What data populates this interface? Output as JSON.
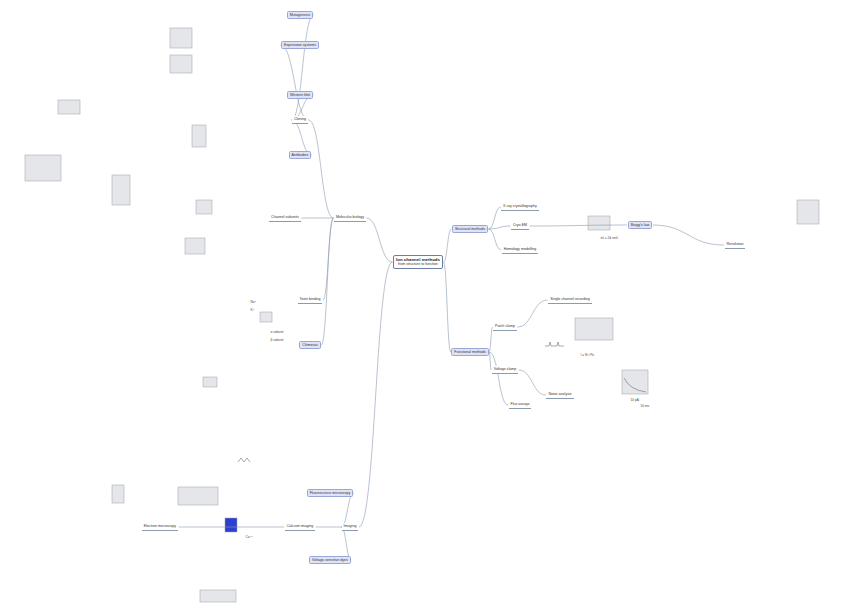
{
  "diagram": {
    "nodes": [
      {
        "text": [
          "Ion channel methods",
          "from structure to function"
        ]
      },
      {
        "text": [
          "Structural methods"
        ]
      },
      {
        "text": [
          "Functional methods"
        ]
      },
      {
        "text": [
          "Molecular biology"
        ]
      },
      {
        "text": [
          "Imaging"
        ]
      },
      {
        "text": [
          "X-ray crystallography"
        ]
      },
      {
        "text": [
          "Cryo-EM"
        ]
      },
      {
        "text": [
          "Homology modelling"
        ]
      },
      {
        "text": [
          "Bragg's law"
        ]
      },
      {
        "text": [
          "Resolution"
        ]
      },
      {
        "text": [
          "Patch clamp"
        ]
      },
      {
        "text": [
          "Voltage clamp"
        ]
      },
      {
        "text": [
          "Single channel recording"
        ]
      },
      {
        "text": [
          "Noise analysis"
        ]
      },
      {
        "text": [
          "Flux assays"
        ]
      },
      {
        "text": [
          "Cloning"
        ]
      },
      {
        "text": [
          "Mutagenesis"
        ]
      },
      {
        "text": [
          "Expression systems"
        ]
      },
      {
        "text": [
          "Western blot"
        ]
      },
      {
        "text": [
          "Antibodies"
        ]
      },
      {
        "text": [
          "Channel subunits"
        ]
      },
      {
        "text": [
          "Toxin binding"
        ]
      },
      {
        "text": [
          "Chimeras"
        ]
      },
      {
        "text": [
          "Fluorescence microscopy"
        ]
      },
      {
        "text": [
          "Calcium imaging"
        ]
      },
      {
        "text": [
          "Voltage-sensitive dyes"
        ]
      },
      {
        "text": [
          "Electron microscopy"
        ]
      }
    ],
    "edges": [
      {
        "from": 0,
        "to": 1,
        "arrow": "none"
      },
      {
        "from": 0,
        "to": 2,
        "arrow": "none"
      },
      {
        "from": 0,
        "to": 3,
        "arrow": "none"
      },
      {
        "from": 0,
        "to": 4,
        "arrow": "none"
      },
      {
        "from": 1,
        "to": 5,
        "arrow": "none"
      },
      {
        "from": 1,
        "to": 6,
        "arrow": "none"
      },
      {
        "from": 1,
        "to": 7,
        "arrow": "none"
      },
      {
        "from": 6,
        "to": 8,
        "arrow": "none"
      },
      {
        "from": 8,
        "to": 9,
        "arrow": "none"
      },
      {
        "from": 2,
        "to": 10,
        "arrow": "none"
      },
      {
        "from": 2,
        "to": 11,
        "arrow": "none"
      },
      {
        "from": 10,
        "to": 12,
        "arrow": "none"
      },
      {
        "from": 11,
        "to": 13,
        "arrow": "none"
      },
      {
        "from": 2,
        "to": 14,
        "arrow": "none"
      },
      {
        "from": 3,
        "to": 15,
        "arrow": "none"
      },
      {
        "from": 3,
        "to": 20,
        "arrow": "none"
      },
      {
        "from": 3,
        "to": 21,
        "arrow": "none"
      },
      {
        "from": 3,
        "to": 22,
        "arrow": "none"
      },
      {
        "from": 15,
        "to": 16,
        "arrow": "none"
      },
      {
        "from": 15,
        "to": 17,
        "arrow": "none"
      },
      {
        "from": 15,
        "to": 18,
        "arrow": "none"
      },
      {
        "from": 15,
        "to": 19,
        "arrow": "none"
      },
      {
        "from": 4,
        "to": 23,
        "arrow": "none"
      },
      {
        "from": 4,
        "to": 24,
        "arrow": "none"
      },
      {
        "from": 4,
        "to": 25,
        "arrow": "none"
      },
      {
        "from": 24,
        "to": 26,
        "arrow": "none"
      }
    ],
    "labels": [
      "nλ = 2d sinθ",
      "α subunit",
      "β subunit",
      "I = N·i·Po",
      "10 pA",
      "50 ms",
      "Na⁺",
      "K⁺",
      "Ca²⁺"
    ]
  }
}
